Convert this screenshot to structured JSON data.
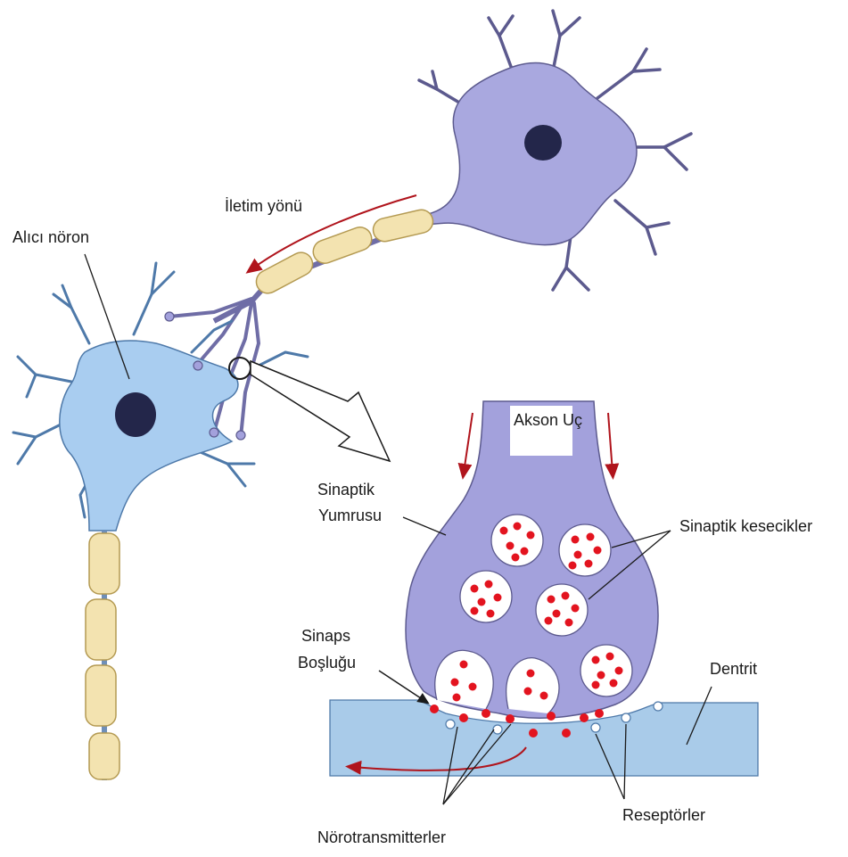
{
  "labels": {
    "receiving_neuron": "Alıcı nöron",
    "conduction_direction": "İletim yönü",
    "axon_terminal": "Akson Uç",
    "synaptic_knob_line1": "Sinaptik",
    "synaptic_knob_line2": "Yumrusu",
    "synaptic_vesicles": "Sinaptik kesecikler",
    "synaptic_cleft_line1": "Sinaps",
    "synaptic_cleft_line2": "Boşluğu",
    "dendrite": "Dentrit",
    "neurotransmitters": "Nörotransmitterler",
    "receptors": "Reseptörler"
  },
  "colors": {
    "sending_neuron": "#a9a8df",
    "receiving_neuron": "#a9cdf0",
    "nucleus": "#23264a",
    "myelin": "#f3e3b0",
    "axon_terminal": "#a3a1dc",
    "dendrite_membrane": "#a9cbe9",
    "neurotransmitter": "#e3141f",
    "arrow_red": "#b0141c"
  }
}
